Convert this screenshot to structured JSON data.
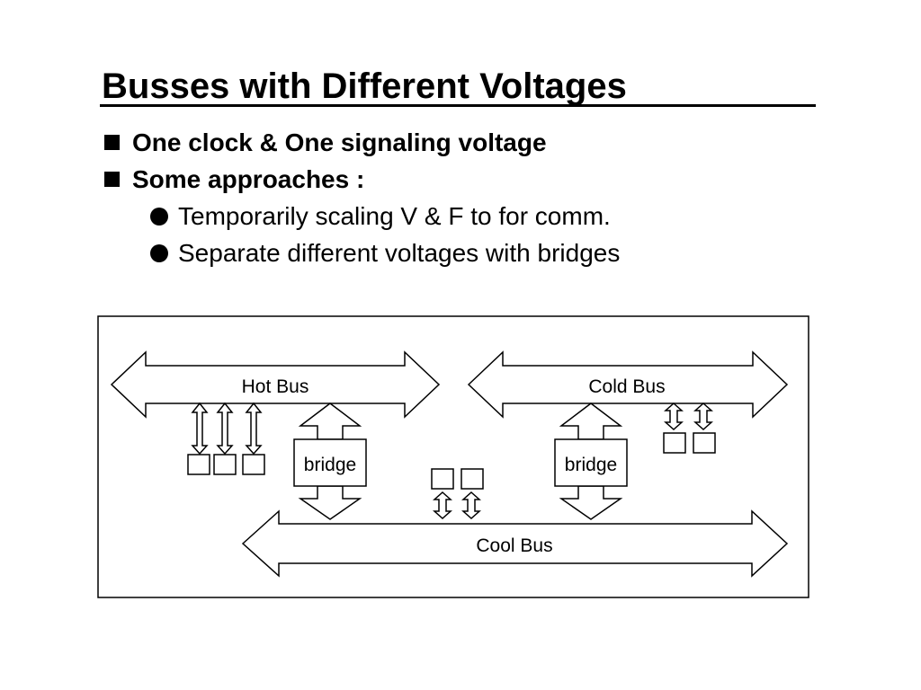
{
  "slide": {
    "title": "Busses with Different Voltages",
    "bullets": [
      {
        "level": 1,
        "text": "One clock & One signaling voltage"
      },
      {
        "level": 1,
        "text": "Some approaches :"
      },
      {
        "level": 2,
        "text": "Temporarily scaling V & F to for comm."
      },
      {
        "level": 2,
        "text": "Separate different voltages with bridges"
      }
    ]
  },
  "diagram": {
    "buses": {
      "hot": "Hot Bus",
      "cold": "Cold Bus",
      "cool": "Cool Bus"
    },
    "bridges": {
      "left": "bridge",
      "right": "bridge"
    }
  }
}
